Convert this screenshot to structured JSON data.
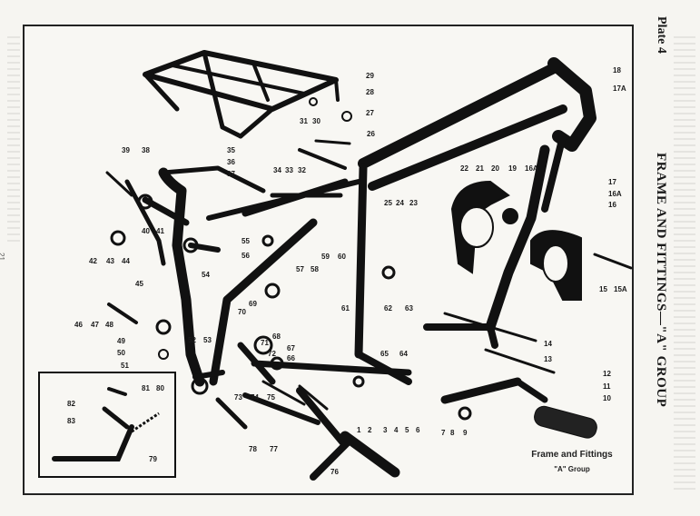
{
  "plate_label": "Plate 4",
  "group_title": "FRAME AND FITTINGS—\"A\" GROUP",
  "caption": {
    "title": "Frame and Fittings",
    "subtitle": "\"A\" Group"
  },
  "page_number": "21",
  "callouts": [
    "29",
    "28",
    "31",
    "30",
    "27",
    "26",
    "35",
    "36",
    "37",
    "34",
    "33",
    "32",
    "39",
    "38",
    "40",
    "41",
    "42",
    "43",
    "44",
    "45",
    "46",
    "47",
    "48",
    "49",
    "50",
    "51",
    "52",
    "53",
    "54",
    "55",
    "56",
    "57",
    "58",
    "59",
    "60",
    "61",
    "62",
    "63",
    "64",
    "65",
    "66",
    "67",
    "68",
    "69",
    "70",
    "71",
    "72",
    "73",
    "74",
    "75",
    "76",
    "77",
    "78",
    "79",
    "80",
    "81",
    "82",
    "83",
    "1",
    "2",
    "3",
    "4",
    "5",
    "6",
    "7",
    "8",
    "9",
    "10",
    "11",
    "12",
    "13",
    "14",
    "15",
    "15A",
    "16",
    "16A",
    "17",
    "17A",
    "18",
    "19",
    "20",
    "21",
    "22",
    "23",
    "24",
    "25",
    "16A"
  ]
}
